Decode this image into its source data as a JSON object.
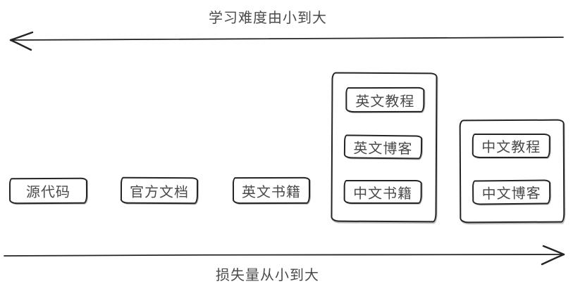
{
  "diagram": {
    "top_axis": {
      "label": "学习难度由小到大",
      "direction": "left"
    },
    "bottom_axis": {
      "label": "损失量从小到大",
      "direction": "right"
    },
    "standalone_boxes": [
      {
        "label": "源代码"
      },
      {
        "label": "官方文档"
      },
      {
        "label": "英文书籍"
      }
    ],
    "groups": [
      {
        "name": "english-resources-group",
        "items": [
          {
            "label": "英文教程"
          },
          {
            "label": "英文博客"
          },
          {
            "label": "中文书籍"
          }
        ]
      },
      {
        "name": "chinese-resources-group",
        "items": [
          {
            "label": "中文教程"
          },
          {
            "label": "中文博客"
          }
        ]
      }
    ],
    "colors": {
      "stroke": "#242424",
      "text": "#4a4a4a",
      "background": "#ffffff"
    }
  }
}
